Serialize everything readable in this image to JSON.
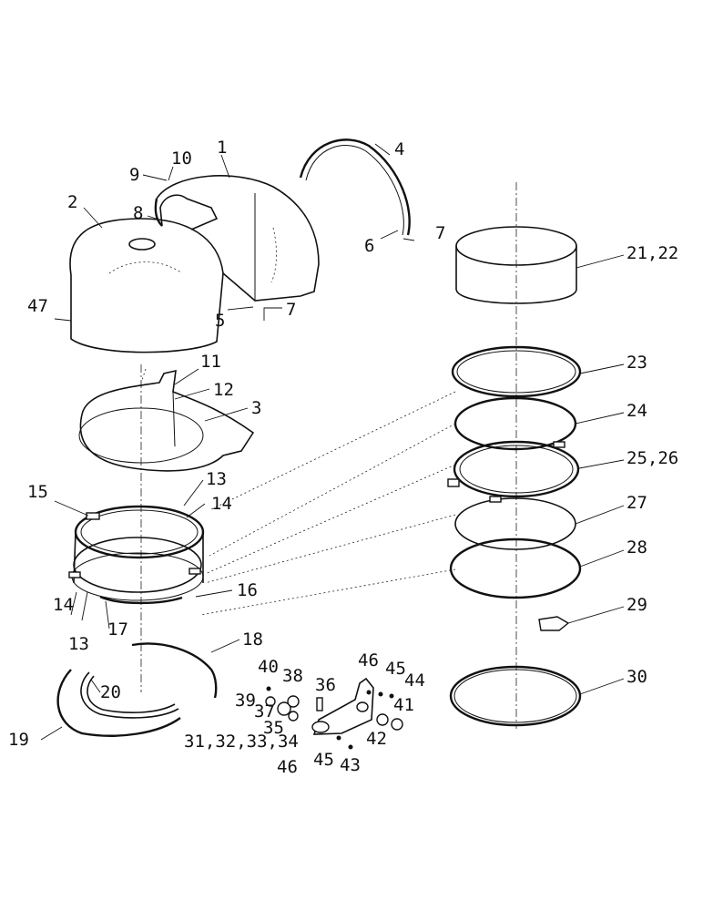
{
  "callouts": {
    "c1": "1",
    "c2": "2",
    "c3": "3",
    "c4": "4",
    "c5": "5",
    "c6": "6",
    "c7a": "7",
    "c7b": "7",
    "c8": "8",
    "c9": "9",
    "c10": "10",
    "c11": "11",
    "c12": "12",
    "c13a": "13",
    "c13b": "13",
    "c14a": "14",
    "c14b": "14",
    "c15": "15",
    "c16": "16",
    "c17": "17",
    "c18": "18",
    "c19": "19",
    "c20": "20",
    "c21_22": "21,22",
    "c23": "23",
    "c24": "24",
    "c25_26": "25,26",
    "c27": "27",
    "c28": "28",
    "c29": "29",
    "c30": "30",
    "c31_34": "31,32,33,34",
    "c35": "35",
    "c36": "36",
    "c37": "37",
    "c38": "38",
    "c39": "39",
    "c40": "40",
    "c41": "41",
    "c42": "42",
    "c43": "43",
    "c44": "44",
    "c45a": "45",
    "c45b": "45",
    "c46a": "46",
    "c46b": "46",
    "c47": "47"
  }
}
